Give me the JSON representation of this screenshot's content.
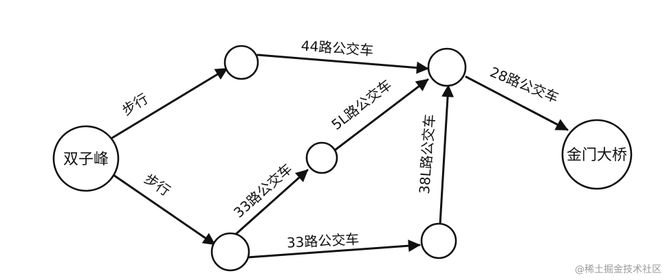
{
  "nodes": {
    "shuangzifeng": "双子峰",
    "jinmendaqiao": "金门大桥"
  },
  "edges": {
    "walk_upper": "步行",
    "walk_lower": "步行",
    "bus_44": "44路公交车",
    "bus_28": "28路公交车",
    "bus_5l": "5L路公交车",
    "bus_33_diag": "33路公交车",
    "bus_33_bottom": "33路公交车",
    "bus_38l": "38L路公交车"
  },
  "watermark": "@稀土掘金技术社区",
  "colors": {
    "ink": "#111111",
    "watermark": "#9a9a9a"
  }
}
